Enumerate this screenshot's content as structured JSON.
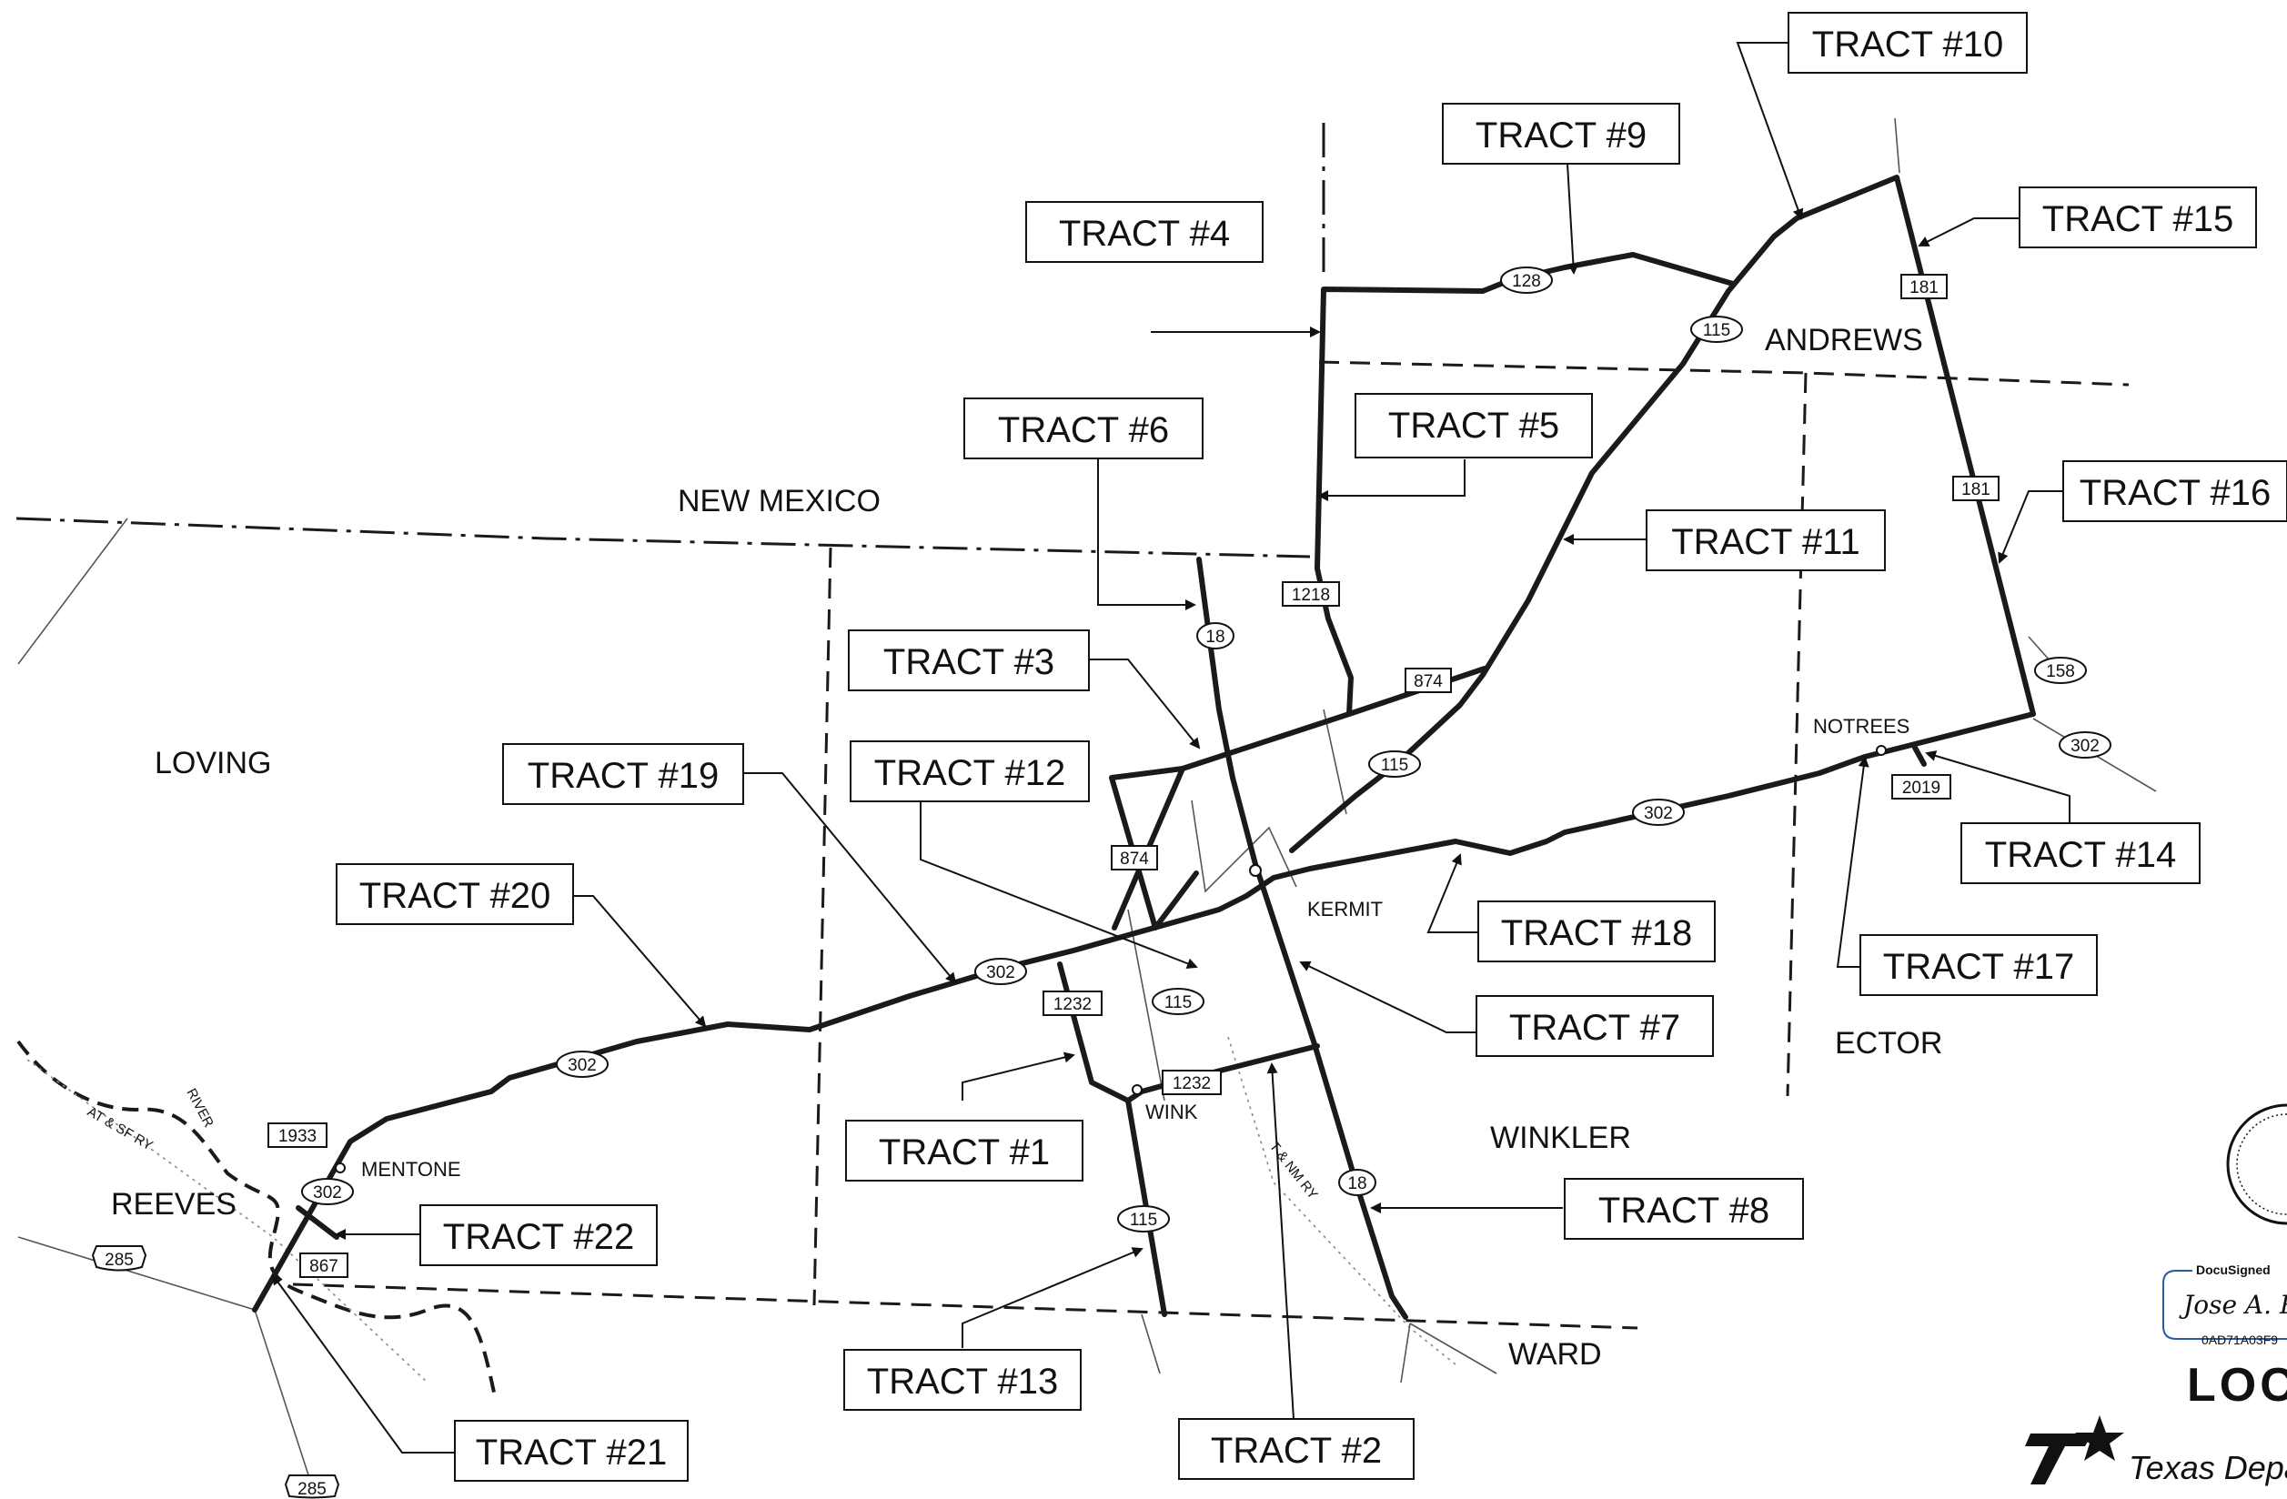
{
  "counties": [
    "LOVING",
    "NEW MEXICO",
    "ANDREWS",
    "REEVES",
    "WINKLER",
    "ECTOR",
    "WARD"
  ],
  "towns": [
    "KERMIT",
    "WINK",
    "MENTONE",
    "NOTREES"
  ],
  "railroads": [
    "AT & SF RY",
    "T & NM RY"
  ],
  "river": "RIVER",
  "tracts": [
    "TRACT #1",
    "TRACT #2",
    "TRACT #3",
    "TRACT #4",
    "TRACT #5",
    "TRACT #6",
    "TRACT #7",
    "TRACT #8",
    "TRACT #9",
    "TRACT #10",
    "TRACT #11",
    "TRACT #12",
    "TRACT #13",
    "TRACT #14",
    "TRACT #15",
    "TRACT #16",
    "TRACT #17",
    "TRACT #18",
    "TRACT #19",
    "TRACT #20",
    "TRACT #21",
    "TRACT #22"
  ],
  "highways": [
    "302",
    "302",
    "302",
    "302",
    "115",
    "115",
    "115",
    "18",
    "18",
    "18",
    "128",
    "115",
    "874",
    "874",
    "1218",
    "181",
    "181",
    "158",
    "302",
    "2019",
    "1232",
    "1232",
    "1933",
    "867",
    "285",
    "285"
  ],
  "docusign": {
    "title": "DocuSigned",
    "signature": "Jose A. R",
    "envelope_id": "0AD71A03F9"
  },
  "location_label": "LOC",
  "agency": "Texas Depa",
  "colors": {
    "line": "#1a1a1a",
    "background": "#ffffff",
    "docusign_accent": "#2c5aa0"
  }
}
